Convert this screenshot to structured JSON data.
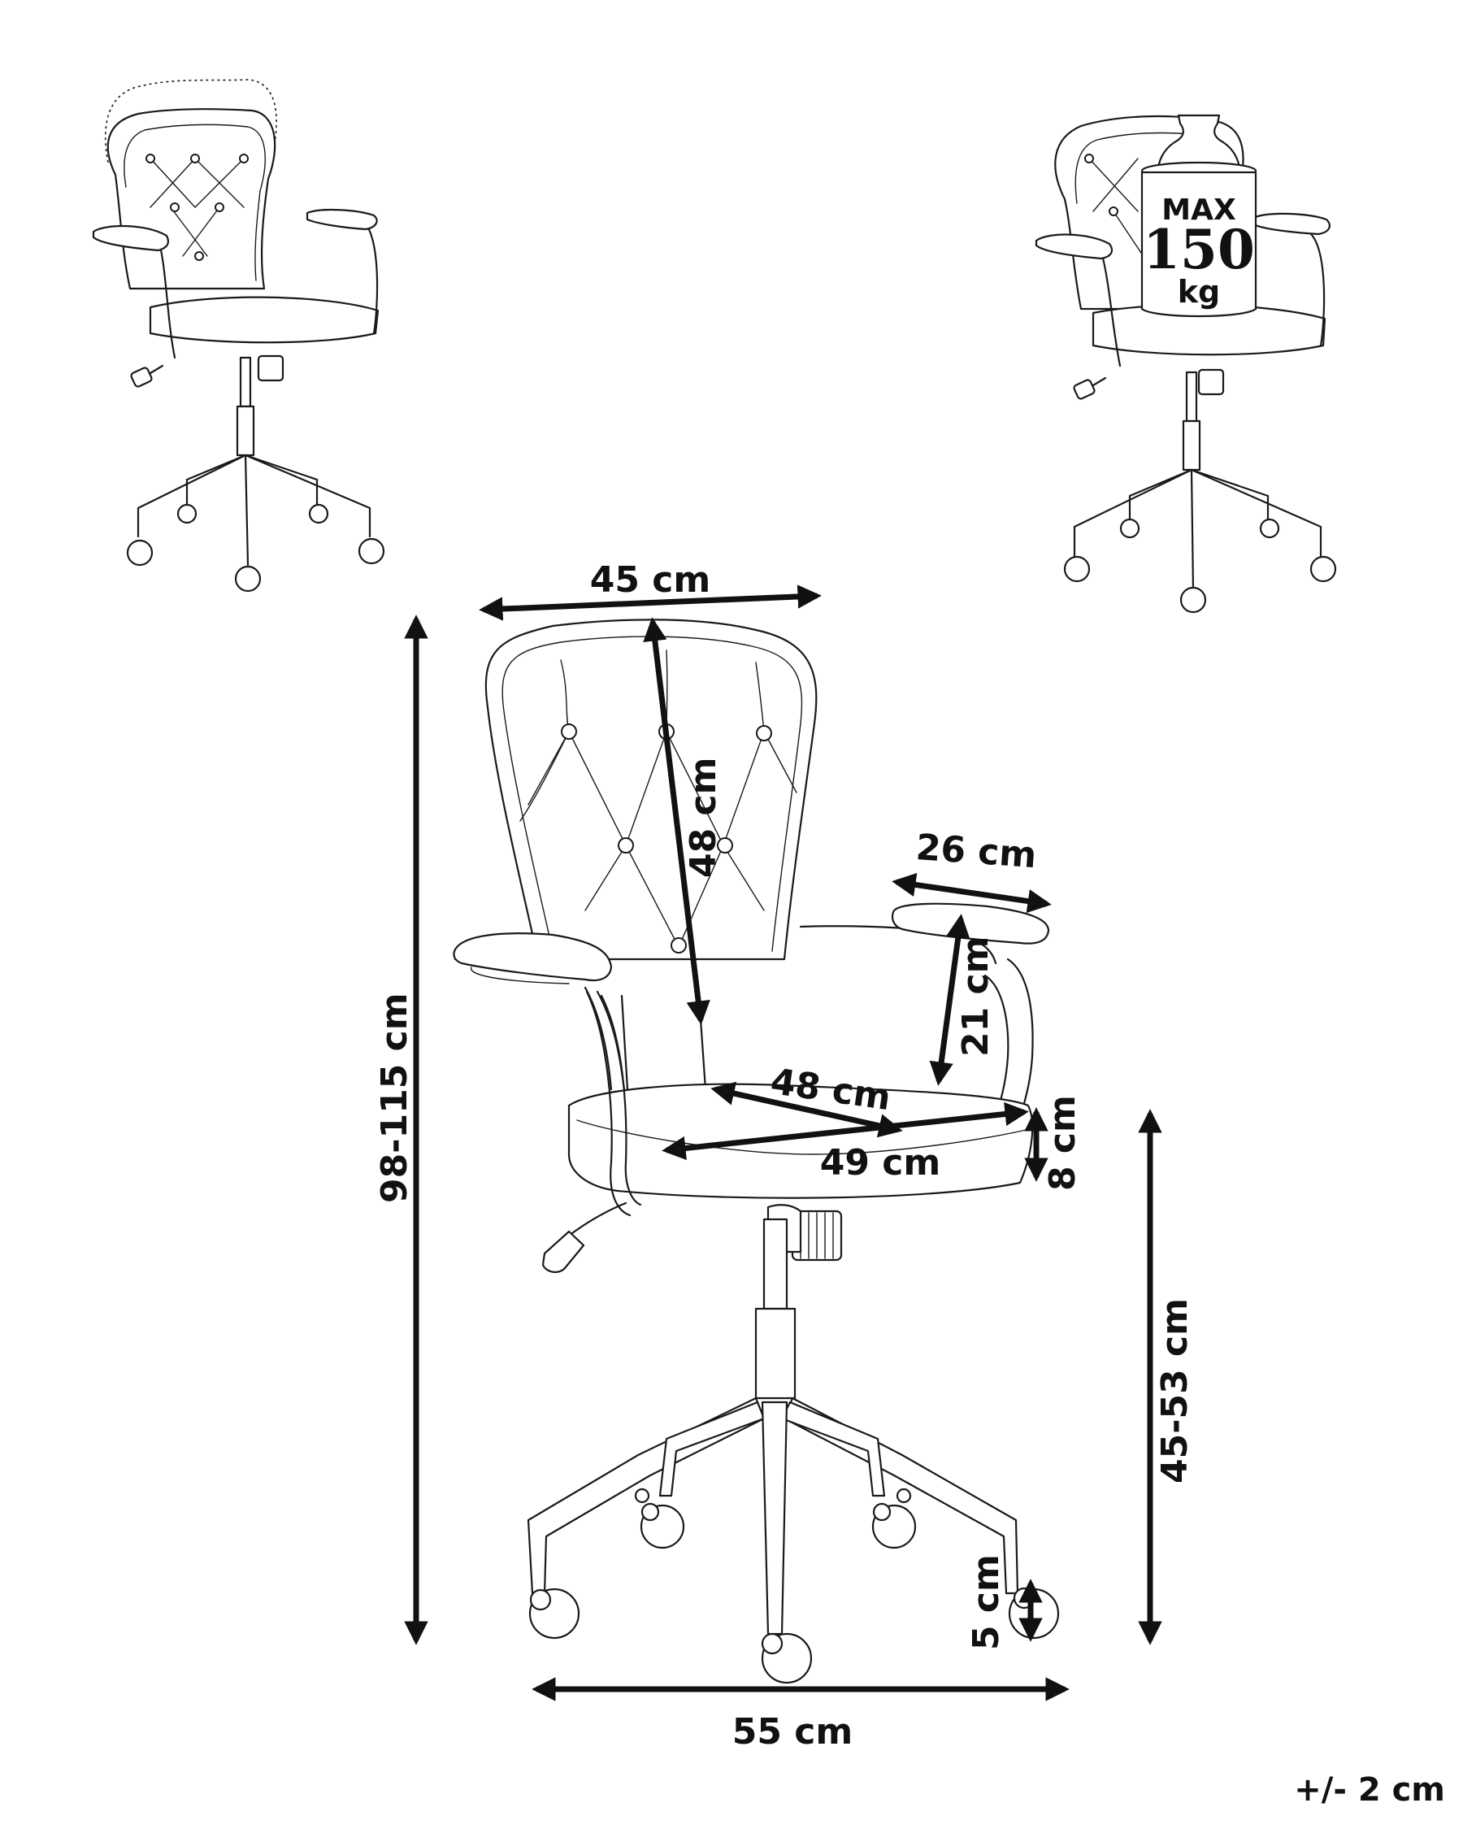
{
  "dimensions": {
    "overall_width": "45 cm",
    "backrest_height": "48 cm",
    "armrest_length": "26 cm",
    "armrest_height": "21 cm",
    "seat_depth": "48 cm",
    "seat_width": "49 cm",
    "seat_thickness": "8 cm",
    "total_height": "98-115 cm",
    "seat_height": "45-53 cm",
    "wheel_height": "5 cm",
    "base_width": "55 cm"
  },
  "tolerance": "+/- 2 cm",
  "max_load": {
    "line1": "MAX",
    "line2": "150",
    "line3": "kg"
  }
}
